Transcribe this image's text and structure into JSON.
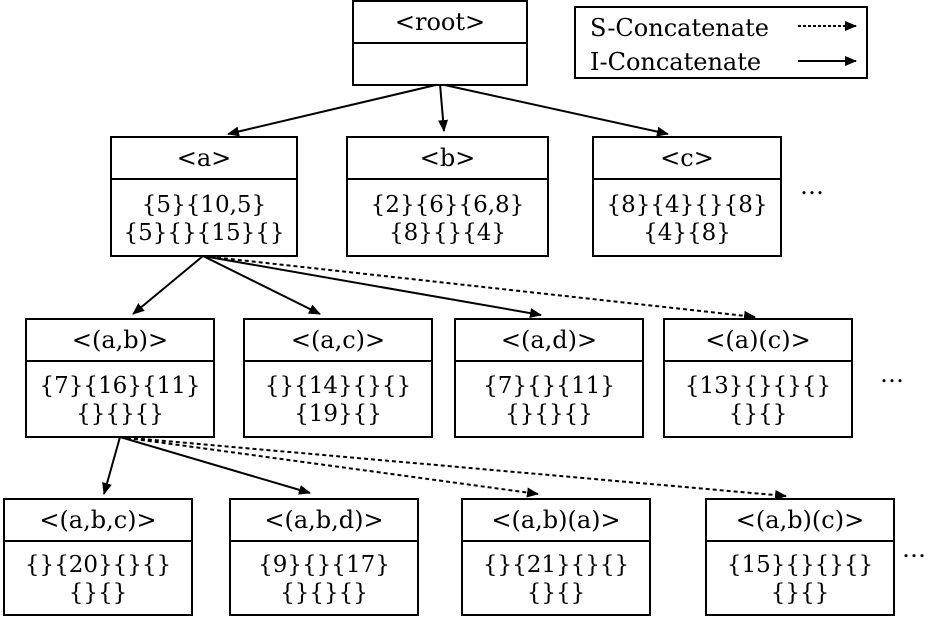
{
  "legend": {
    "s_concatenate": "S-Concatenate",
    "i_concatenate": "I-Concatenate"
  },
  "nodes": {
    "root": {
      "label": "<root>",
      "lines": []
    },
    "a": {
      "label": "<a>",
      "lines": [
        "{5}{10,5}",
        "{5}{}{15}{}"
      ]
    },
    "b": {
      "label": "<b>",
      "lines": [
        "{2}{6}{6,8}",
        "{8}{}{4}"
      ]
    },
    "c": {
      "label": "<c>",
      "lines": [
        "{8}{4}{}{8}",
        "{4}{8}"
      ]
    },
    "ab": {
      "label": "<(a,b)>",
      "lines": [
        "{7}{16}{11}",
        "{}{}{}"
      ]
    },
    "ac": {
      "label": "<(a,c)>",
      "lines": [
        "{}{14}{}{}",
        "{19}{}"
      ]
    },
    "ad": {
      "label": "<(a,d)>",
      "lines": [
        "{7}{}{11}",
        "{}{}{}"
      ]
    },
    "a_c": {
      "label": "<(a)(c)>",
      "lines": [
        "{13}{}{}{}",
        "{}{}"
      ]
    },
    "abc": {
      "label": "<(a,b,c)>",
      "lines": [
        "{}{20}{}{}",
        "{}{}"
      ]
    },
    "abd": {
      "label": "<(a,b,d)>",
      "lines": [
        "{9}{}{17}",
        "{}{}{}"
      ]
    },
    "ab_a": {
      "label": "<(a,b)(a)>",
      "lines": [
        "{}{21}{}{}",
        "{}{}"
      ]
    },
    "ab_c": {
      "label": "<(a,b)(c)>",
      "lines": [
        "{15}{}{}{}",
        "{}{}"
      ]
    }
  },
  "ellipsis": "…"
}
